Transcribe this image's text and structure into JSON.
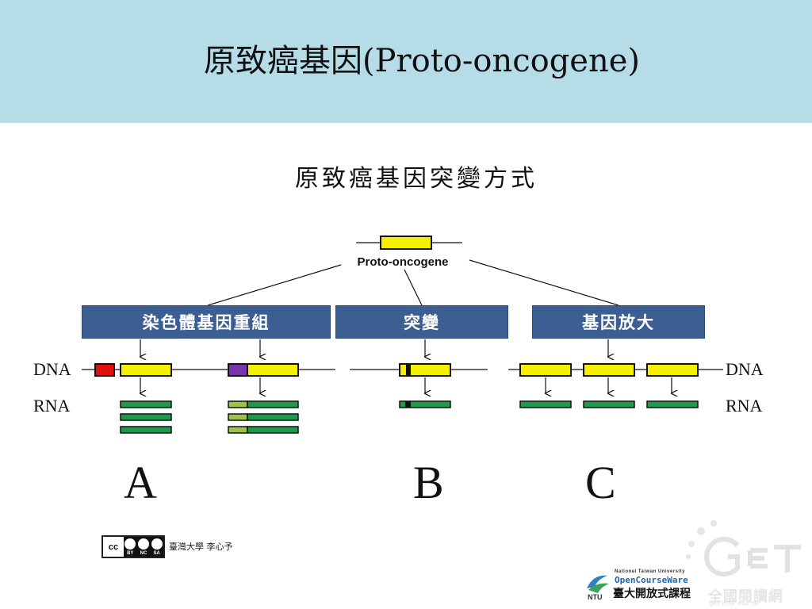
{
  "slide": {
    "title": "原致癌基因(Proto-oncogene)",
    "subtitle": "原致癌基因突變方式"
  },
  "diagram": {
    "top_gene_label": "Proto-oncogene",
    "categories": [
      "染色體基因重組",
      "突變",
      "基因放大"
    ],
    "row_labels": {
      "dna": "DNA",
      "rna": "RNA"
    },
    "panel_letters": [
      "A",
      "B",
      "C"
    ]
  },
  "footer": {
    "license_badge": {
      "cc": "cc",
      "terms": [
        "BY",
        "NC",
        "SA"
      ]
    },
    "credit": "臺灣大學 李心予",
    "ntu": {
      "small": "National Taiwan University",
      "ocw": "OpenCourseWare",
      "name": "臺大開放式課程",
      "logo_text": "NTU"
    },
    "get": {
      "text": "全國閱讀網",
      "sub": "get.moe.edu.tw"
    }
  },
  "colors": {
    "header_band": "#b6dce8",
    "category_box": "#3b5e93",
    "gene_yellow": "#f5f000",
    "rna_green": "#1e9a4a",
    "fusion_red": "#e01010",
    "fusion_purple": "#7a35a8",
    "fusion_lightgreen": "#9cc24a"
  }
}
